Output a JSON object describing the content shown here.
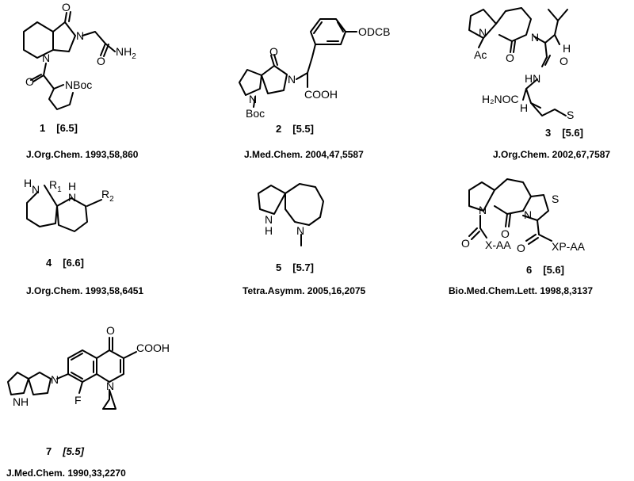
{
  "compounds": [
    {
      "number": "1",
      "ring": "[6.5]",
      "reference": "J.Org.Chem. 1993,58,860",
      "atoms": {
        "o1": "O",
        "n1": "N",
        "n2": "N",
        "o2": "O",
        "nh2": "NH",
        "nh2_sub": "2",
        "o3": "O",
        "nboc": "NBoc"
      }
    },
    {
      "number": "2",
      "ring": "[5.5]",
      "reference": "J.Med.Chem. 2004,47,5587",
      "atoms": {
        "o1": "O",
        "n1": "N",
        "n2": "N",
        "boc": "Boc",
        "cooh": "COOH",
        "odcb": "ODCB"
      }
    },
    {
      "number": "3",
      "ring": "[5.6]",
      "reference": "J.Org.Chem. 2002,67,7587",
      "atoms": {
        "n1": "N",
        "ac": "Ac",
        "o1": "O",
        "n2": "N",
        "h1": "H",
        "o2": "O",
        "hn": "HN",
        "h2noc": "H₂NOC",
        "h2": "H",
        "s": "S"
      }
    },
    {
      "number": "4",
      "ring": "[6.6]",
      "reference": "J.Org.Chem. 1993,58,6451",
      "atoms": {
        "h1": "H",
        "n1": "N",
        "r1": "R",
        "r1_sub": "1",
        "h2": "H",
        "n2": "N",
        "r2": "R",
        "r2_sub": "2"
      }
    },
    {
      "number": "5",
      "ring": "[5.7]",
      "reference": "Tetra.Asymm. 2005,16,2075",
      "atoms": {
        "nh": "N",
        "h": "H",
        "n": "N"
      }
    },
    {
      "number": "6",
      "ring": "[5.6]",
      "reference": "Bio.Med.Chem.Lett. 1998,8,3137",
      "atoms": {
        "n1": "N",
        "n2": "N",
        "s": "S",
        "o1": "O",
        "o2": "O",
        "xaa": "X-AA",
        "o3": "O",
        "xpaa": "XP-AA"
      }
    },
    {
      "number": "7",
      "ring": "[5.5]",
      "reference": "J.Med.Chem. 1990,33,2270",
      "atoms": {
        "o": "O",
        "cooh": "COOH",
        "n1": "N",
        "n2": "N",
        "f": "F",
        "n3": "N",
        "h": "H"
      }
    }
  ]
}
